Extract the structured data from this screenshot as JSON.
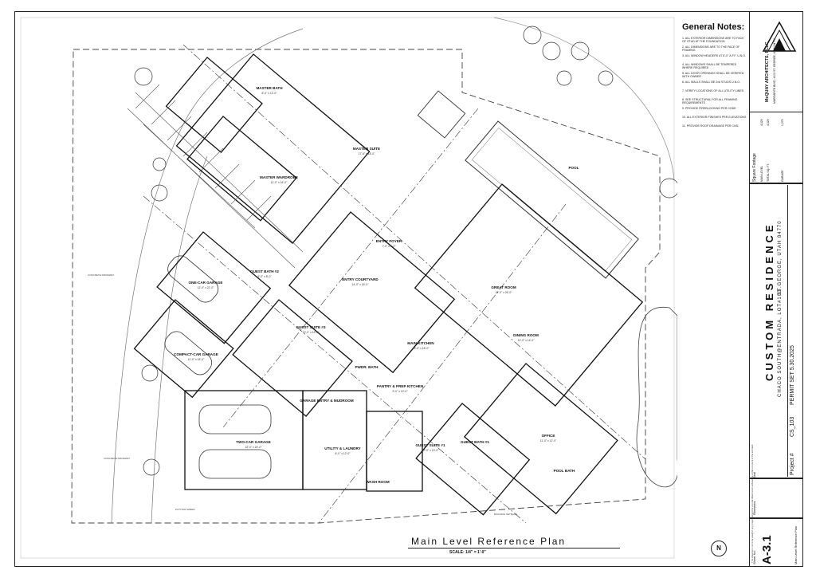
{
  "drawing": {
    "title": "Main Level Reference Plan",
    "scale": "SCALE: 1/4\" = 1'-0\"",
    "north": "N"
  },
  "general_notes": {
    "heading": "General Notes:",
    "items": [
      "1. ALL EXTERIOR DIMENSIONS ARE TO FACE OF STUD AT THE FOUNDATION",
      "2. ALL DIMENSIONS ARE TO THE FACE OF FRAMING",
      "3. ALL WINDOW HEADERS AT 8'-0\" A.F.F. U.N.O.",
      "4. ALL WINDOWS SHALL BE TEMPERED WHERE REQUIRED",
      "5. ALL DOOR OPENINGS SHALL BE VERIFIED WITH OWNER",
      "6. ALL WALLS SHALL BE 2x6 STUDS U.N.O.",
      "7. VERIFY LOCATIONS OF ALL UTILITY LINES",
      "8. SEE STRUCTURAL FOR ALL FRAMING REQUIREMENTS",
      "9. PROVIDE FIREBLOCKING PER CODE",
      "10. ALL EXTERIOR FINISHES PER ELEVATIONS",
      "11. PROVIDE ROOF DRAINAGE PER CIVIL"
    ]
  },
  "firm": {
    "name": "McQUAY ARCHITECTS, PLLC",
    "address": "MARGARITE BLVD. #102 ST. GEORGE, UTAH 84770"
  },
  "areas": {
    "heading": "Square Footage",
    "rows": [
      {
        "label": "MAIN LEVEL",
        "value": "4,329"
      },
      {
        "label": "TOTAL SQ. FT.",
        "value": "4,329"
      },
      {
        "label": "GARAGE",
        "value": "1,275"
      }
    ]
  },
  "project": {
    "name": "CUSTOM RESIDENCE",
    "location": "CHACO SOUTH@ENTRADA, LOT#103",
    "city": "ST.GEORGE, UTAH 84770",
    "number_label": "Project #",
    "number": "CS_103",
    "permit": "PERMIT SET 5.30.2025"
  },
  "sheet": {
    "label": "Sheet No.",
    "number": "A-3.1",
    "revisions_label": "Revisions",
    "seal_label": "Seal",
    "sheet_title": "Main Level Reference Plan",
    "disclaimer": "This drawing is not to be used for any project except the one identified herein without the written consent of the architect."
  },
  "rooms": [
    {
      "name": "MASTER BATH",
      "dim": "8'-0\" x 12'-0\""
    },
    {
      "name": "MASTER SUITE",
      "dim": "17'-6\" x 18'-0\""
    },
    {
      "name": "MASTER WARDROBE",
      "dim": "11'-0\" x 16'-0\""
    },
    {
      "name": "GUEST BATH #2",
      "dim": "5'-0\" x 8'-0\""
    },
    {
      "name": "ONE-CAR GARAGE",
      "dim": "12'-0\" x 22'-0\""
    },
    {
      "name": "COMPACT-CAR GARAGE",
      "dim": "11'-0\" x 18'-0\""
    },
    {
      "name": "ENTRY FOYER",
      "dim": "7'-0\" x 9'-0\""
    },
    {
      "name": "ENTRY COURTYARD",
      "dim": "14'-0\" x 16'-0\""
    },
    {
      "name": "GUEST SUITE #3",
      "dim": "13'-0\" x 15'-0\""
    },
    {
      "name": "GREAT ROOM",
      "dim": "22'-0\" x 26'-0\""
    },
    {
      "name": "DINING ROOM",
      "dim": "12'-0\" x 14'-0\""
    },
    {
      "name": "MAIN KITCHEN",
      "dim": "13'-0\" x 18'-0\""
    },
    {
      "name": "PWDR. BATH",
      "dim": ""
    },
    {
      "name": "PANTRY & PREP KITCHEN",
      "dim": "9'-0\" x 12'-0\""
    },
    {
      "name": "GARAGE ENTRY & MUDROOM",
      "dim": ""
    },
    {
      "name": "TWO-CAR GARAGE",
      "dim": "22'-0\" x 24'-0\""
    },
    {
      "name": "UTILITY & LAUNDRY",
      "dim": "8'-0\" x 12'-0\""
    },
    {
      "name": "GUEST SUITE #1",
      "dim": "12'-0\" x 13'-0\""
    },
    {
      "name": "GUEST BATH #1",
      "dim": ""
    },
    {
      "name": "OFFICE",
      "dim": "11'-0\" x 12'-0\""
    },
    {
      "name": "POOL BATH",
      "dim": ""
    },
    {
      "name": "WASH ROOM",
      "dim": ""
    },
    {
      "name": "POOL",
      "dim": ""
    }
  ],
  "site_labels": {
    "driveway": "CONCRETE DRIVEWAY",
    "setback": "BUILDING SETBACK",
    "property": "PROPERTY LINE",
    "putting": "PUTTING GREEN"
  }
}
